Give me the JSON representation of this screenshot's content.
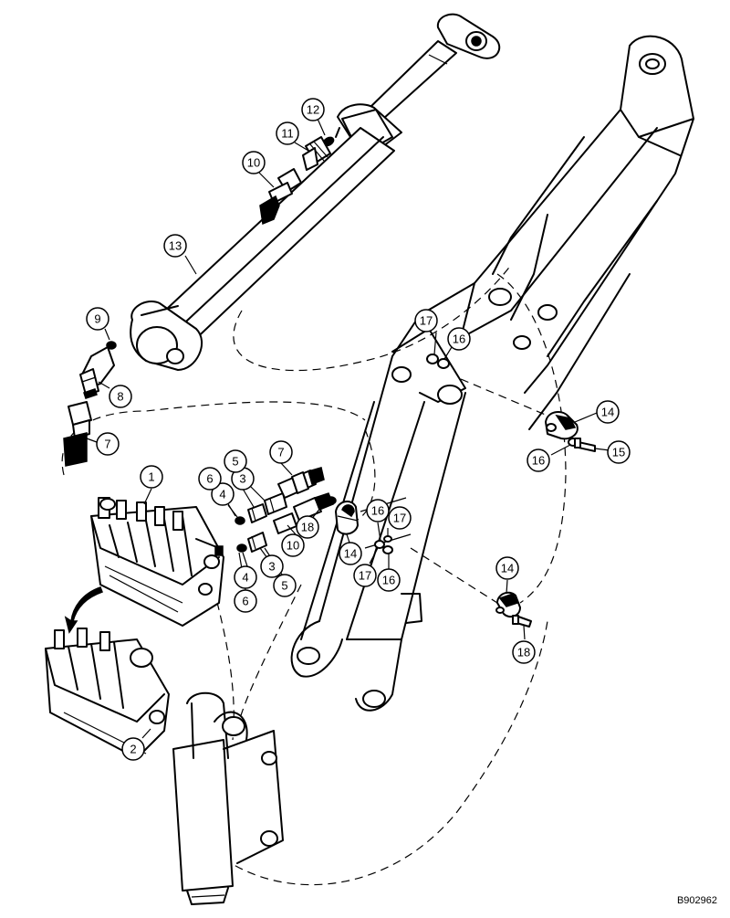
{
  "drawing_number": "B902962",
  "callouts": [
    {
      "label": "1"
    },
    {
      "label": "2"
    },
    {
      "label": "3"
    },
    {
      "label": "3"
    },
    {
      "label": "4"
    },
    {
      "label": "4"
    },
    {
      "label": "5"
    },
    {
      "label": "5"
    },
    {
      "label": "6"
    },
    {
      "label": "6"
    },
    {
      "label": "7"
    },
    {
      "label": "7"
    },
    {
      "label": "8"
    },
    {
      "label": "9"
    },
    {
      "label": "10"
    },
    {
      "label": "10"
    },
    {
      "label": "11"
    },
    {
      "label": "12"
    },
    {
      "label": "13"
    },
    {
      "label": "14"
    },
    {
      "label": "14"
    },
    {
      "label": "14"
    },
    {
      "label": "15"
    },
    {
      "label": "16"
    },
    {
      "label": "16"
    },
    {
      "label": "16"
    },
    {
      "label": "16"
    },
    {
      "label": "17"
    },
    {
      "label": "17"
    },
    {
      "label": "17"
    },
    {
      "label": "18"
    },
    {
      "label": "18"
    }
  ]
}
